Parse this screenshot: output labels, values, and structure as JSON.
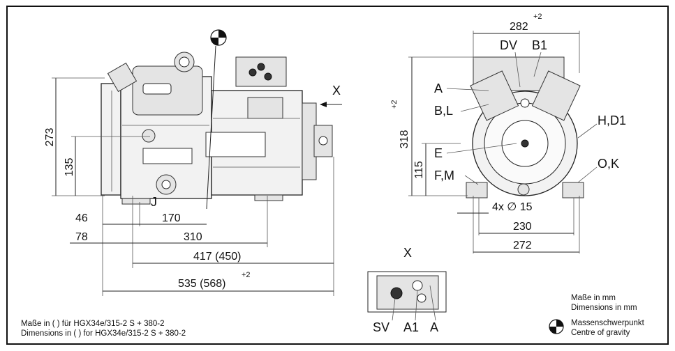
{
  "side_view": {
    "dims_vertical": {
      "d273": "273",
      "d135": "135"
    },
    "dims_horizontal": {
      "d46": "46",
      "d170": "170",
      "d78": "78",
      "d310": "310",
      "d417": "417 (450)",
      "d535": "535 (568)",
      "tol535": "+2"
    },
    "labels": {
      "j": "J",
      "x": "X"
    }
  },
  "front_view": {
    "dims": {
      "d282": "282",
      "tol282": "+2",
      "d318": "318",
      "tol318": "+2",
      "d115": "115",
      "holes": "4x ∅ 15",
      "d230": "230",
      "d272": "272"
    },
    "labels": {
      "dv": "DV",
      "b1": "B1",
      "a": "A",
      "bl": "B,L",
      "e": "E",
      "fm": "F,M",
      "hd1": "H,D1",
      "ok": "O,K"
    }
  },
  "detail_x": {
    "title": "X",
    "labels": {
      "sv": "SV",
      "a1": "A1",
      "a": "A"
    }
  },
  "notes": {
    "de_line": "Maße in ( ) für HGX34e/315-2 S + 380-2",
    "en_line": "Dimensions in ( ) for HGX34e/315-2 S + 380-2",
    "units_de": "Maße in mm",
    "units_en": "Dimensions in mm",
    "cog_de": "Massenschwerpunkt",
    "cog_en": "Centre of gravity"
  },
  "icons": {
    "cog": "centre-of-gravity-icon"
  }
}
